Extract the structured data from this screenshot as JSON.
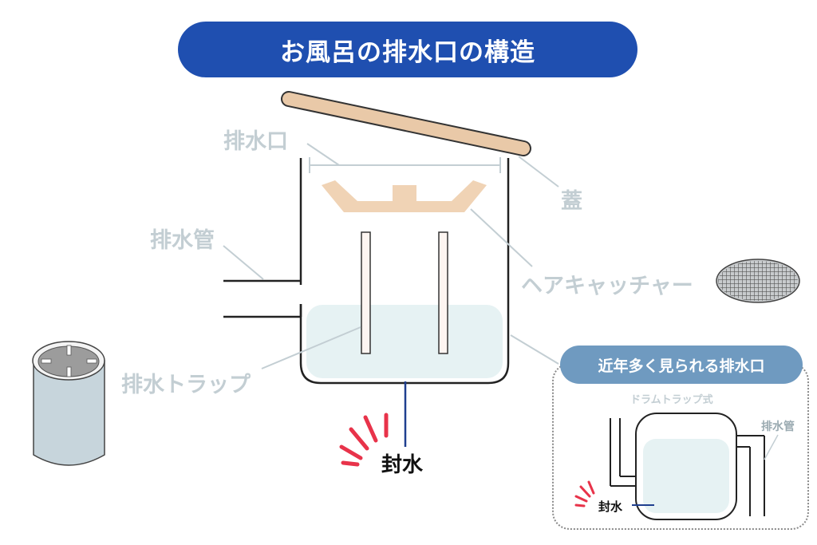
{
  "title": "お風呂の排水口の構造",
  "labels": {
    "drain_outlet": "排水口",
    "lid": "蓋",
    "drain_pipe": "排水管",
    "hair_catcher": "ヘアキャッチャー",
    "drain_trap": "排水トラップ",
    "water_seal": "封水"
  },
  "recent": {
    "header": "近年多く見られる排水口",
    "subtitle": "ドラムトラップ式",
    "drain_pipe": "排水管",
    "water_seal": "封水"
  },
  "colors": {
    "title_bg": "#1f4fb0",
    "label_gray": "#c3ced3",
    "lid_fill": "#e9c9a8",
    "catcher_fill": "#f0d3b5",
    "water_fill": "#e6f2f3",
    "accent_red": "#e8334a",
    "seal_line": "#1f3f8f",
    "recent_header_bg": "#6f9ac0"
  }
}
